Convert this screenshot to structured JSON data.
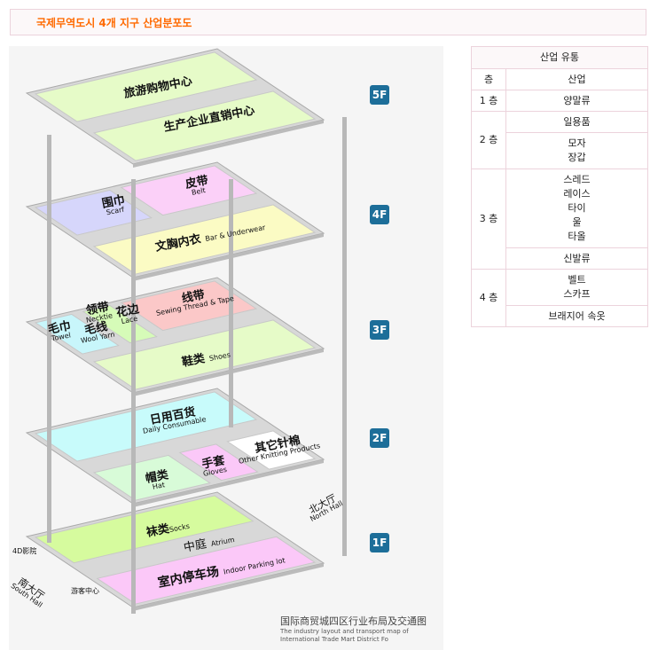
{
  "page_title": "국제무역도시 4개 지구 산업분포도",
  "diagram": {
    "floors": {
      "f5": {
        "badge": "5F",
        "zones": [
          {
            "cn": "旅游购物中心"
          },
          {
            "cn": "生产企业直销中心"
          }
        ]
      },
      "f4": {
        "badge": "4F",
        "zones": [
          {
            "cn": "皮带",
            "en": "Belt"
          },
          {
            "cn": "围巾",
            "en": "Scarf"
          },
          {
            "cn": "文胸内衣",
            "en": "Bar & Underwear"
          }
        ]
      },
      "f3": {
        "badge": "3F",
        "zones": [
          {
            "cn": "线带",
            "en": "Sewing Thread & Tape"
          },
          {
            "cn": "领带",
            "en": "Necktie"
          },
          {
            "cn": "花边",
            "en": "Lace"
          },
          {
            "cn": "毛巾",
            "en": "Towel"
          },
          {
            "cn": "毛线",
            "en": "Wool Yarn"
          },
          {
            "cn": "鞋类",
            "en": "Shoes"
          }
        ]
      },
      "f2": {
        "badge": "2F",
        "zones": [
          {
            "cn": "日用百货",
            "en": "Daily Consumable"
          },
          {
            "cn": "手套",
            "en": "Gloves"
          },
          {
            "cn": "其它针棉",
            "en": "Other Knitting Products"
          },
          {
            "cn": "帽类",
            "en": "Hat"
          }
        ]
      },
      "f1": {
        "badge": "1F",
        "zones": [
          {
            "cn": "袜类",
            "en": "Socks"
          },
          {
            "cn": "中庭",
            "en": "Atrium"
          },
          {
            "cn": "室内停车场",
            "en": "Indoor Parking lot"
          },
          {
            "cn": "北大厅",
            "en": "North Hall"
          },
          {
            "cn": "南大厅",
            "en": "South Hall"
          }
        ],
        "callouts": [
          "4D影院",
          "游客中心"
        ]
      }
    },
    "caption": "国际商贸城四区行业布局及交通图",
    "caption_en": "The industry layout and transport map of International Trade Mart District Fo"
  },
  "table": {
    "title": "산업 유통",
    "headers": [
      "층",
      "산업"
    ],
    "rows": [
      {
        "floor": "1 층",
        "items": [
          "양말류"
        ]
      },
      {
        "floor": "2 층",
        "items": [
          "일용품",
          "모자\n장갑"
        ]
      },
      {
        "floor": "3 층",
        "items": [
          "스레드\n레이스\n타이\n울\n타올",
          "신발류"
        ]
      },
      {
        "floor": "4 층",
        "items": [
          "벨트\n스카프",
          "브래지어 속옷"
        ]
      }
    ]
  }
}
